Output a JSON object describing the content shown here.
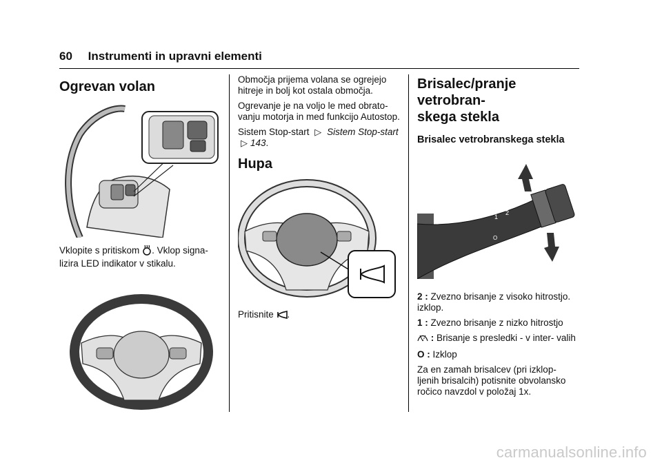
{
  "header": {
    "page_number": "60",
    "section_title": "Instrumenti in upravni elementi"
  },
  "col1": {
    "heading": "Ogrevan volan",
    "para_before_icon": "Vklopite s pritiskom",
    "heated_icon": "heated-steering-wheel-icon",
    "para_after_icon": ". Vklop signa-",
    "para_line2": "lizira LED indikator v stikalu."
  },
  "col2": {
    "p1": "Območja prijema volana se ogrejejo hitreje in bolj kot ostala območja.",
    "p2": "Ogrevanje je na voljo le med obrato- vanju motorja in med funkcijo Autostop.",
    "p3_text": "Sistem Stop-start",
    "p3_ref_icon": "reference-arrow-icon",
    "p3_link": "Sistem Stop-start",
    "p3_page": "143",
    "heading_hupa": "Hupa",
    "pritisnite": "Pritisnite",
    "horn_icon": "horn-icon",
    "period": "."
  },
  "col3": {
    "heading_line1": "Brisalec/pranje vetrobran-",
    "heading_line2": "skega stekla",
    "subheading": "Brisalec vetrobranskega stekla",
    "items": [
      {
        "key": "2 :",
        "text": "Zvezno brisanje z visoko hitrostjo. izklop."
      },
      {
        "key": "1 :",
        "text": "Zvezno brisanje z nizko hitrostjo"
      },
      {
        "key": ":",
        "icon": "intermittent-wiper-icon",
        "text": "Brisanje s presledki - v inter- valih"
      },
      {
        "key": "O :",
        "text": "Izklop"
      }
    ],
    "final_para": "Za en zamah brisalcev (pri izklop- ljenih brisalcih) potisnite obvolansko ročico navzdol v položaj 1x."
  },
  "watermark": "carmanualsonline.info"
}
